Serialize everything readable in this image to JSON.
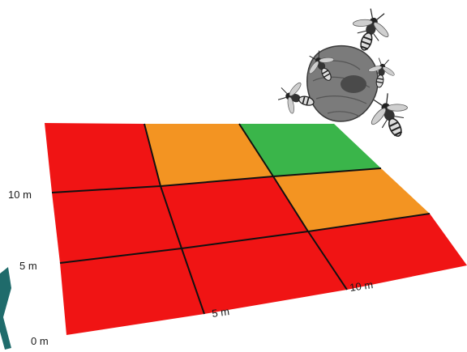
{
  "grid": {
    "rows": [
      [
        "red",
        "orange",
        "green"
      ],
      [
        "red",
        "red",
        "orange"
      ],
      [
        "red",
        "red",
        "red"
      ]
    ],
    "colors": {
      "red": "#f01414",
      "orange": "#f39422",
      "green": "#3ab54a",
      "line": "#111111"
    }
  },
  "axis_labels": {
    "origin": "0 m",
    "left_5": "5 m",
    "left_10": "10 m",
    "bottom_5": "5 m",
    "bottom_10": "10 m"
  },
  "icons": {
    "wasp_nest": "wasp-nest-icon",
    "wasp": "wasp-icon",
    "person": "person-icon"
  }
}
